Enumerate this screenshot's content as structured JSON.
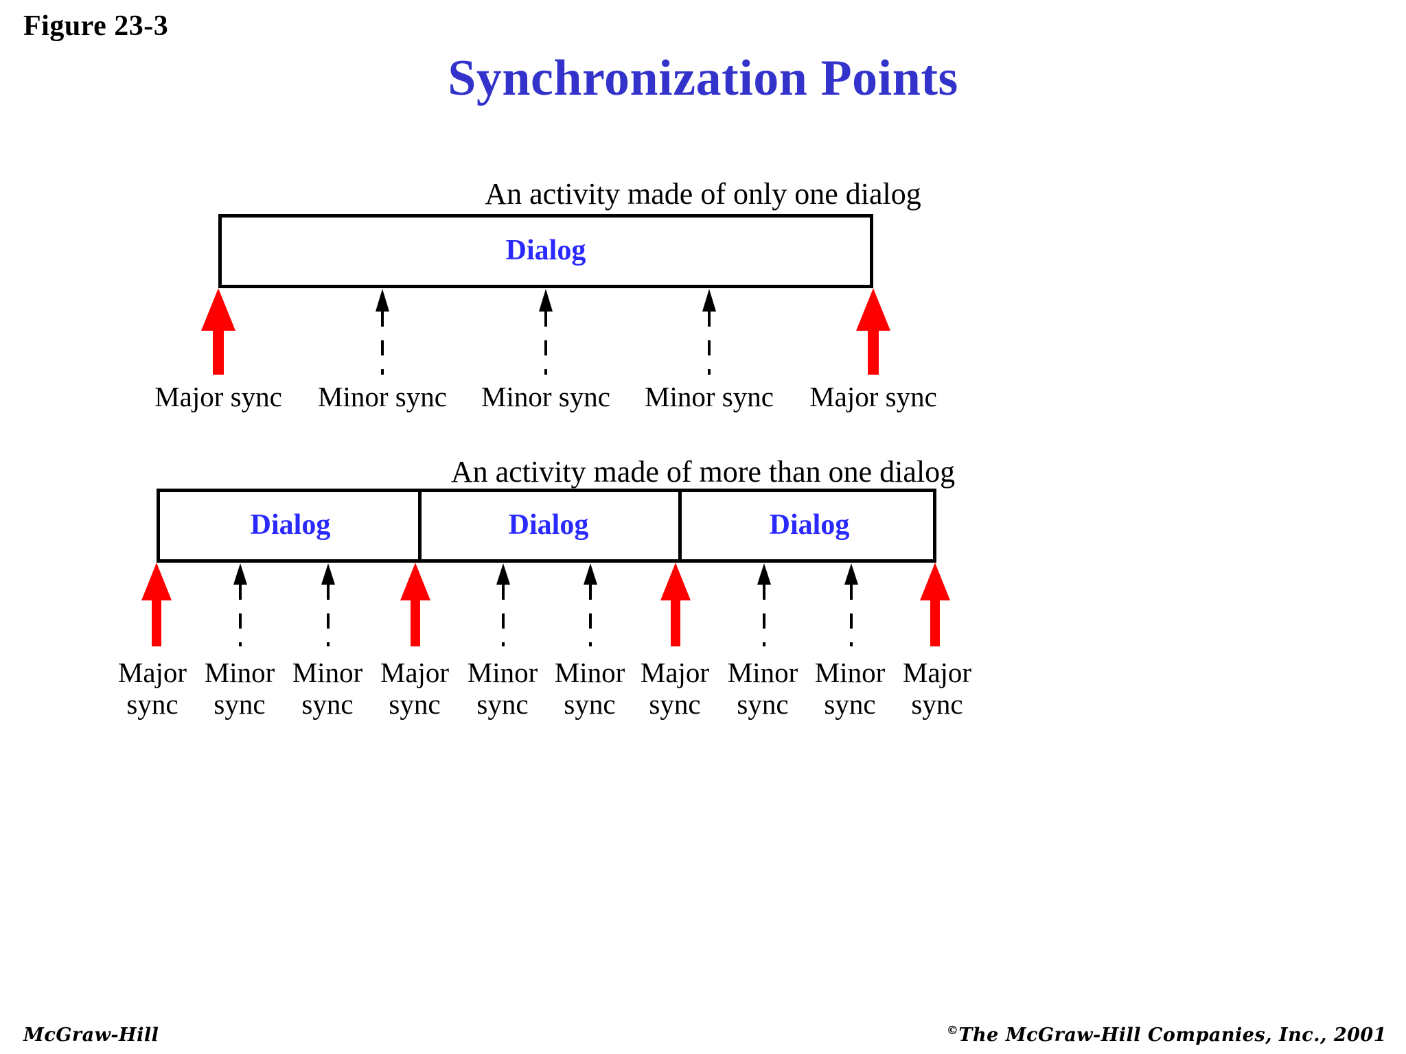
{
  "figure": {
    "label": "Figure 23-3"
  },
  "title": "Synchronization Points",
  "colors": {
    "title_blue": "#3333CC",
    "dialog_blue": "#2A2AFF",
    "major_sync_red": "#FF0000",
    "minor_sync_black": "#000000",
    "box_border": "#000000",
    "background": "#FFFFFF"
  },
  "sections": [
    {
      "id": "single-dialog",
      "caption": "An activity made of only one dialog",
      "boxes": [
        {
          "label": "Dialog"
        }
      ],
      "sync_points": [
        {
          "type": "major",
          "label": "Major sync",
          "label_lines": [
            "Major sync"
          ]
        },
        {
          "type": "minor",
          "label": "Minor sync",
          "label_lines": [
            "Minor sync"
          ]
        },
        {
          "type": "minor",
          "label": "Minor sync",
          "label_lines": [
            "Minor sync"
          ]
        },
        {
          "type": "minor",
          "label": "Minor sync",
          "label_lines": [
            "Minor sync"
          ]
        },
        {
          "type": "major",
          "label": "Major sync",
          "label_lines": [
            "Major sync"
          ]
        }
      ]
    },
    {
      "id": "multi-dialog",
      "caption": "An activity made of more than one dialog",
      "boxes": [
        {
          "label": "Dialog"
        },
        {
          "label": "Dialog"
        },
        {
          "label": "Dialog"
        }
      ],
      "sync_points": [
        {
          "type": "major",
          "label": "Major sync",
          "label_lines": [
            "Major",
            "sync"
          ]
        },
        {
          "type": "minor",
          "label": "Minor sync",
          "label_lines": [
            "Minor",
            "sync"
          ]
        },
        {
          "type": "minor",
          "label": "Minor sync",
          "label_lines": [
            "Minor",
            "sync"
          ]
        },
        {
          "type": "major",
          "label": "Major sync",
          "label_lines": [
            "Major",
            "sync"
          ]
        },
        {
          "type": "minor",
          "label": "Minor sync",
          "label_lines": [
            "Minor",
            "sync"
          ]
        },
        {
          "type": "minor",
          "label": "Minor sync",
          "label_lines": [
            "Minor",
            "sync"
          ]
        },
        {
          "type": "major",
          "label": "Major sync",
          "label_lines": [
            "Major",
            "sync"
          ]
        },
        {
          "type": "minor",
          "label": "Minor sync",
          "label_lines": [
            "Minor",
            "sync"
          ]
        },
        {
          "type": "minor",
          "label": "Minor sync",
          "label_lines": [
            "Minor",
            "sync"
          ]
        },
        {
          "type": "major",
          "label": "Major sync",
          "label_lines": [
            "Major",
            "sync"
          ]
        }
      ]
    }
  ],
  "footer": {
    "left": "McGraw-Hill",
    "copyright_mark": "©",
    "right": "The McGraw-Hill Companies, Inc., 2001"
  }
}
